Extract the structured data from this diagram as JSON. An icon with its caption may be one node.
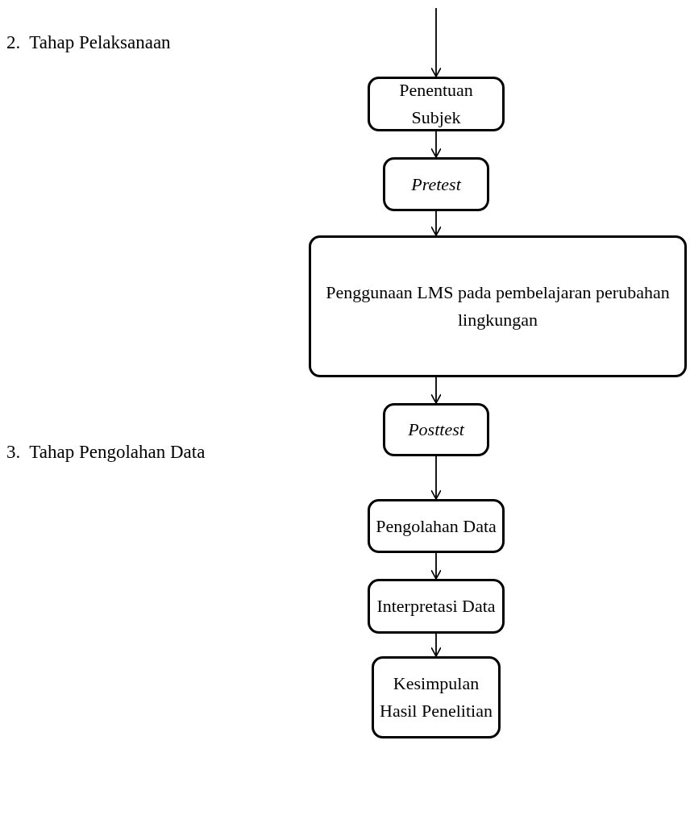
{
  "diagram": {
    "nodes": [
      {
        "text": [
          "Penentuan Subjek"
        ]
      },
      {
        "text": [
          "Pretest"
        ]
      },
      {
        "text": [
          "Penggunaan LMS pada pembelajaran perubahan lingkungan"
        ]
      },
      {
        "text": [
          "Posttest"
        ]
      },
      {
        "text": [
          "Pengolahan Data"
        ]
      },
      {
        "text": [
          "Interpretasi Data"
        ]
      },
      {
        "text": [
          "Kesimpulan Hasil Penelitian"
        ]
      }
    ],
    "edges": [
      {
        "from": null,
        "to": 0,
        "arrow": "to"
      },
      {
        "from": 0,
        "to": 1,
        "arrow": "to"
      },
      {
        "from": 1,
        "to": 2,
        "arrow": "to"
      },
      {
        "from": 2,
        "to": 3,
        "arrow": "to"
      },
      {
        "from": 3,
        "to": 4,
        "arrow": "to"
      },
      {
        "from": 4,
        "to": 5,
        "arrow": "to"
      },
      {
        "from": 5,
        "to": 6,
        "arrow": "to"
      }
    ],
    "labels": [
      "2.  Tahap Pelaksanaan",
      "3.  Tahap Pengolahan Data"
    ]
  }
}
